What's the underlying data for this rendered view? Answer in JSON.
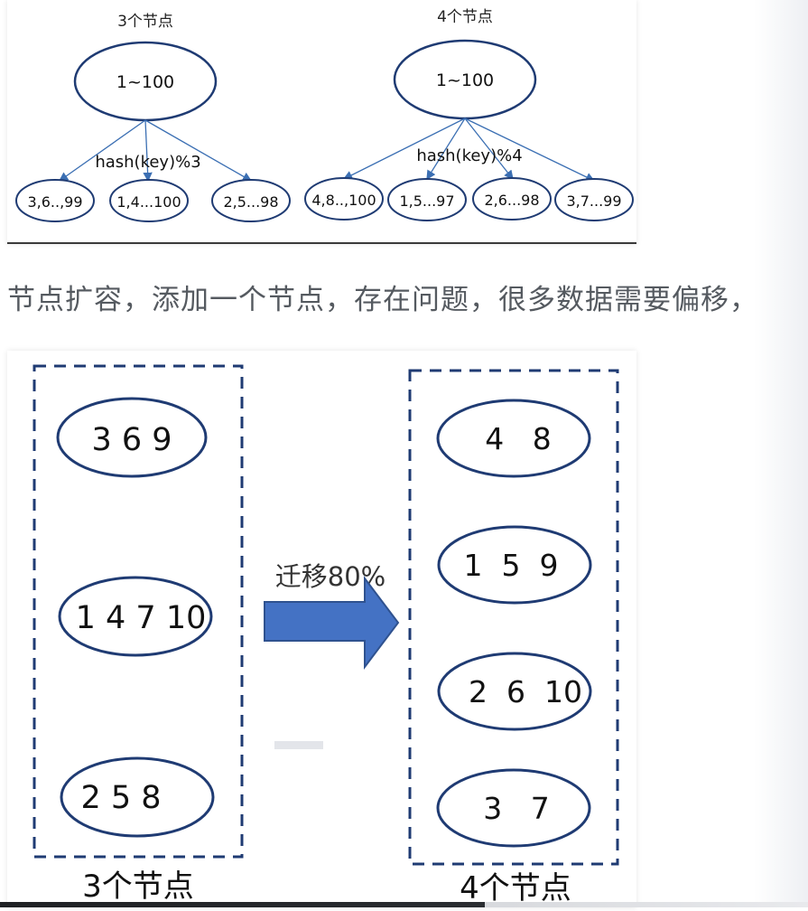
{
  "top_diagram": {
    "left": {
      "title": "3个节点",
      "root": "1~100",
      "rule": "hash(key)%3",
      "children": [
        "3,6..,99",
        "1,4...100",
        "2,5...98"
      ]
    },
    "right": {
      "title": "4个节点",
      "root": "1~100",
      "rule": "hash(key)%4",
      "children": [
        "4,8..,100",
        "1,5...97",
        "2,6...98",
        "3,7...99"
      ]
    }
  },
  "caption": "节点扩容，添加一个节点，存在问题，很多数据需要偏移，",
  "bottom_diagram": {
    "left_group": {
      "label": "3个节点",
      "nodes": [
        "3 6 9",
        "1 4 7 10",
        "2 5 8"
      ]
    },
    "arrow_label": "迁移80%",
    "right_group": {
      "label": "4个节点",
      "nodes": [
        "4   8",
        "1  5  9",
        "2  6  10",
        "3   7"
      ]
    }
  },
  "colors": {
    "ellipse_stroke": "#1f3b73",
    "arrow_fill": "#4472c4",
    "arrow_stroke": "#2f528f",
    "caption_text": "#555a60"
  }
}
